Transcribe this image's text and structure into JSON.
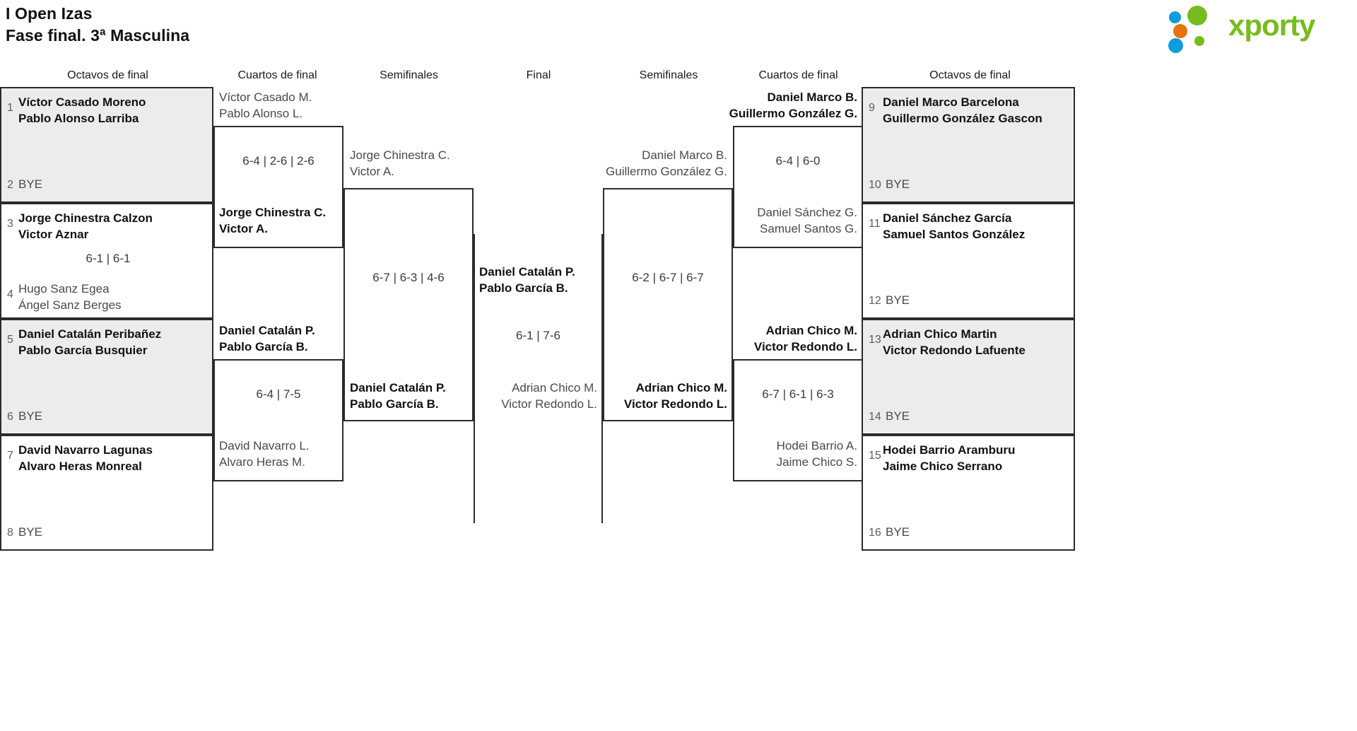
{
  "header": {
    "title_line1": "I Open Izas",
    "title_line2": "Fase final. 3ª Masculina",
    "logo_text": "xporty"
  },
  "round_headers": [
    {
      "label": "Octavos de final",
      "side": "left"
    },
    {
      "label": "Cuartos de final",
      "side": "left"
    },
    {
      "label": "Semifinales",
      "side": "left"
    },
    {
      "label": "Final",
      "side": "center"
    },
    {
      "label": "Semifinales",
      "side": "right"
    },
    {
      "label": "Cuartos de final",
      "side": "right"
    },
    {
      "label": "Octavos de final",
      "side": "right"
    }
  ],
  "left_seeds": [
    {
      "seed": "1",
      "p1": "Víctor Casado Moreno",
      "p2": "Pablo Alonso Larriba",
      "status": "win",
      "bye": false
    },
    {
      "seed": "2",
      "p1": "BYE",
      "p2": "",
      "status": "bye",
      "bye": true
    },
    {
      "seed": "3",
      "p1": "Jorge Chinestra Calzon",
      "p2": "Victor Aznar",
      "status": "win",
      "bye": false
    },
    {
      "seed": "4",
      "p1": "Hugo Sanz Egea",
      "p2": "Ángel Sanz Berges",
      "status": "lose",
      "bye": false
    },
    {
      "seed": "5",
      "p1": "Daniel Catalán Peribañez",
      "p2": "Pablo García Busquier",
      "status": "win",
      "bye": false
    },
    {
      "seed": "6",
      "p1": "BYE",
      "p2": "",
      "status": "bye",
      "bye": true
    },
    {
      "seed": "7",
      "p1": "David Navarro Lagunas",
      "p2": "Alvaro Heras Monreal",
      "status": "win",
      "bye": false
    },
    {
      "seed": "8",
      "p1": "BYE",
      "p2": "",
      "status": "bye",
      "bye": true
    }
  ],
  "right_seeds": [
    {
      "seed": "9",
      "p1": "Daniel Marco Barcelona",
      "p2": "Guillermo González Gascon",
      "status": "win",
      "bye": false
    },
    {
      "seed": "10",
      "p1": "BYE",
      "p2": "",
      "status": "bye",
      "bye": true
    },
    {
      "seed": "11",
      "p1": "Daniel Sánchez García",
      "p2": "Samuel Santos González",
      "status": "win",
      "bye": false
    },
    {
      "seed": "12",
      "p1": "BYE",
      "p2": "",
      "status": "bye",
      "bye": true
    },
    {
      "seed": "13",
      "p1": "Adrian Chico Martin",
      "p2": "Victor Redondo Lafuente",
      "status": "win",
      "bye": false
    },
    {
      "seed": "14",
      "p1": "BYE",
      "p2": "",
      "status": "bye",
      "bye": true
    },
    {
      "seed": "15",
      "p1": "Hodei Barrio Aramburu",
      "p2": "Jaime Chico Serrano",
      "status": "win",
      "bye": false
    },
    {
      "seed": "16",
      "p1": "BYE",
      "p2": "",
      "status": "bye",
      "bye": true
    }
  ],
  "left_r16_scores": [
    {
      "score": "6-1 | 6-1"
    }
  ],
  "left_qf": [
    {
      "top_p1": "Víctor Casado M.",
      "top_p2": "Pablo Alonso L.",
      "top_status": "lose",
      "bot_p1": "Jorge Chinestra C.",
      "bot_p2": "Victor A.",
      "bot_status": "win",
      "score": "6-4 | 2-6 | 2-6"
    },
    {
      "top_p1": "Daniel Catalán P.",
      "top_p2": "Pablo García B.",
      "top_status": "win",
      "bot_p1": "David Navarro L.",
      "bot_p2": "Alvaro Heras M.",
      "bot_status": "lose",
      "score": "6-4 | 7-5"
    }
  ],
  "left_sf": [
    {
      "top_p1": "Jorge Chinestra C.",
      "top_p2": "Victor A.",
      "top_status": "lose",
      "bot_p1": "Daniel Catalán P.",
      "bot_p2": "Pablo García B.",
      "bot_status": "win",
      "score": "6-7 | 6-3 | 4-6"
    }
  ],
  "right_qf": [
    {
      "top_p1": "Daniel Marco B.",
      "top_p2": "Guillermo González G.",
      "top_status": "win",
      "bot_p1": "Daniel Sánchez G.",
      "bot_p2": "Samuel Santos G.",
      "bot_status": "lose",
      "score": "6-4 | 6-0"
    },
    {
      "top_p1": "Adrian Chico M.",
      "top_p2": "Victor Redondo L.",
      "top_status": "win",
      "bot_p1": "Hodei Barrio A.",
      "bot_p2": "Jaime Chico S.",
      "bot_status": "lose",
      "score": "6-7 | 6-1 | 6-3"
    }
  ],
  "right_sf": [
    {
      "top_p1": "Daniel Marco B.",
      "top_p2": "Guillermo González G.",
      "top_status": "lose",
      "bot_p1": "Adrian Chico M.",
      "bot_p2": "Victor Redondo L.",
      "bot_status": "win",
      "score": "6-2 | 6-7 | 6-7"
    }
  ],
  "final": {
    "top_p1": "Daniel Catalán P.",
    "top_p2": "Pablo García B.",
    "top_status": "win",
    "bot_p1": "Adrian Chico M.",
    "bot_p2": "Victor Redondo L.",
    "bot_status": "lose",
    "score": "6-1 | 7-6"
  },
  "colors": {
    "shaded_row": "#ececec",
    "line": "#2b2b2b",
    "winner_text": "#111111",
    "loser_text": "#4a4a4a",
    "logo_green": "#77bc1f",
    "logo_blue": "#0d9ddb",
    "logo_orange": "#e8720c"
  }
}
